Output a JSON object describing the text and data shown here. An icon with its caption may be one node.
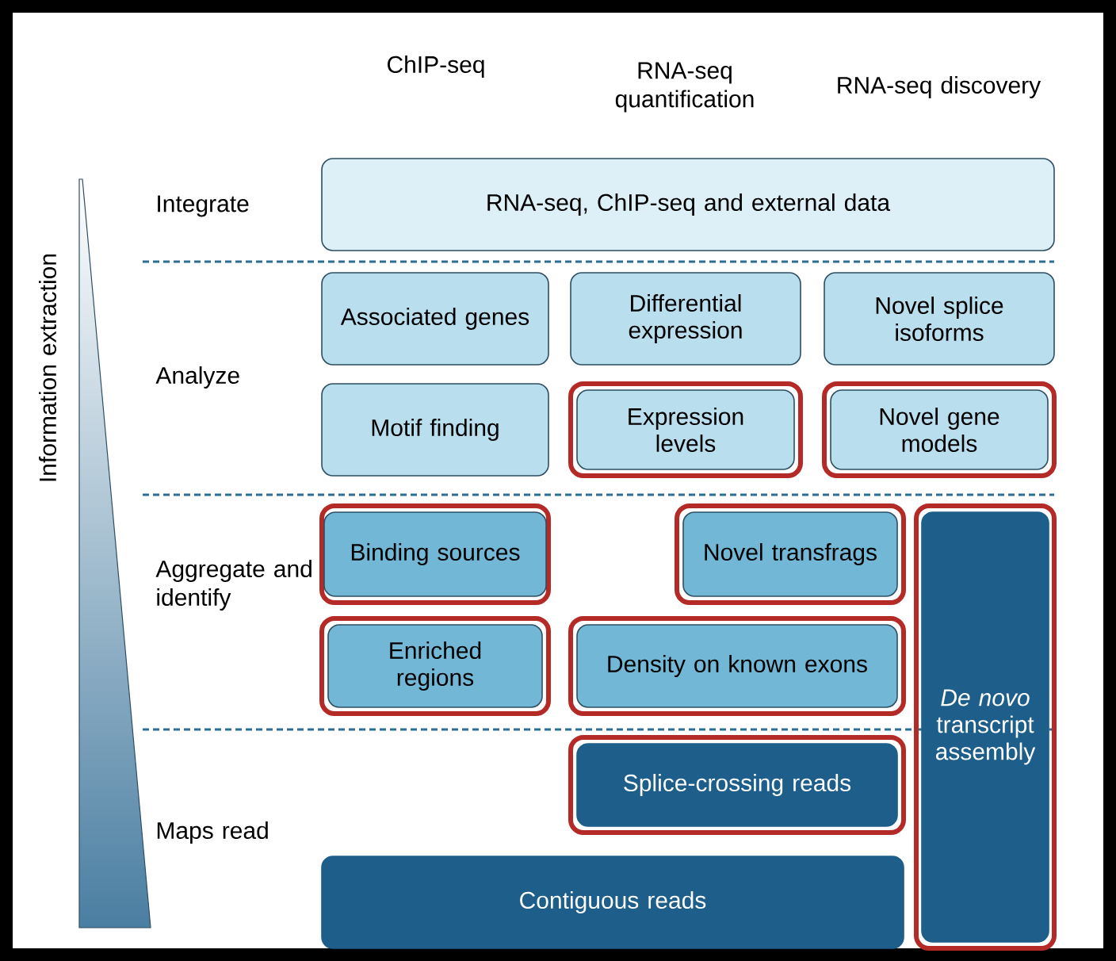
{
  "diagram": {
    "nodes": [
      {
        "text": [
          "RNA-seq, ChIP-seq and external data"
        ]
      },
      {
        "text": [
          "Associated genes"
        ]
      },
      {
        "text": [
          "Differential expression"
        ]
      },
      {
        "text": [
          "Novel splice isoforms"
        ]
      },
      {
        "text": [
          "Motif finding"
        ]
      },
      {
        "text": [
          "Expression levels"
        ]
      },
      {
        "text": [
          "Novel gene models"
        ]
      },
      {
        "text": [
          "Binding sources"
        ]
      },
      {
        "text": [
          "Novel transfrags"
        ]
      },
      {
        "text": [
          "*De novo* transcript assembly"
        ]
      },
      {
        "text": [
          "Enriched regions"
        ]
      },
      {
        "text": [
          "Density on known exons"
        ]
      },
      {
        "text": [
          "Splice-crossing reads"
        ]
      },
      {
        "text": [
          "Contiguous reads"
        ]
      }
    ],
    "labels": [
      "ChIP-seq",
      "RNA-seq quantification",
      "RNA-seq discovery",
      "Information extraction",
      "Integrate",
      "Analyze",
      "Aggregate and identify",
      "Maps read"
    ]
  }
}
